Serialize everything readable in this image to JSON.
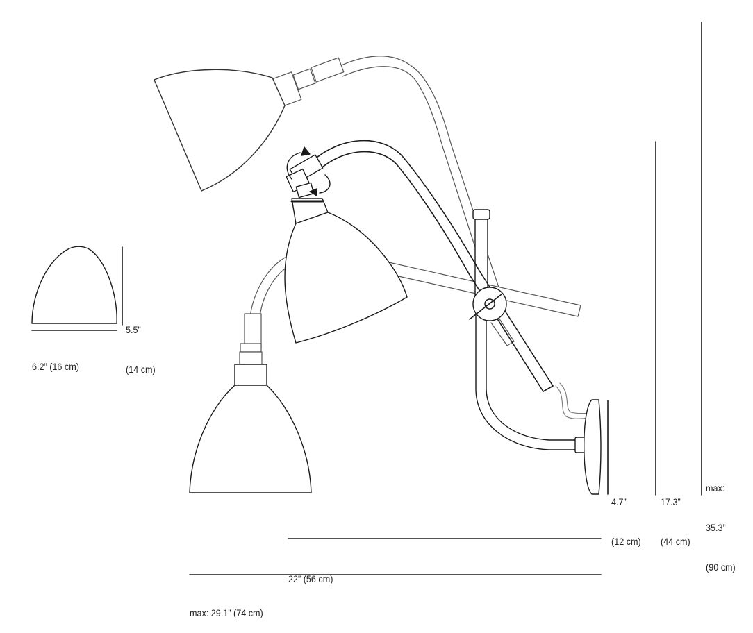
{
  "shade_dimensions": {
    "height_in": "5.5”",
    "height_cm": "(14 cm)",
    "width": "6.2” (16 cm)"
  },
  "vertical_dimensions": [
    {
      "line1": "4.7”",
      "line2": "(12 cm)"
    },
    {
      "line1": "17.3”",
      "line2": "(44 cm)"
    },
    {
      "line0": "max:",
      "line1": "35.3”",
      "line2": "(90 cm)"
    }
  ],
  "horizontal_dimensions": [
    {
      "label": "22” (56 cm)"
    },
    {
      "label": "max: 29.1” (74 cm)"
    }
  ],
  "colors": {
    "line": "#1a1a1a",
    "text": "#222222",
    "background": "#ffffff"
  }
}
